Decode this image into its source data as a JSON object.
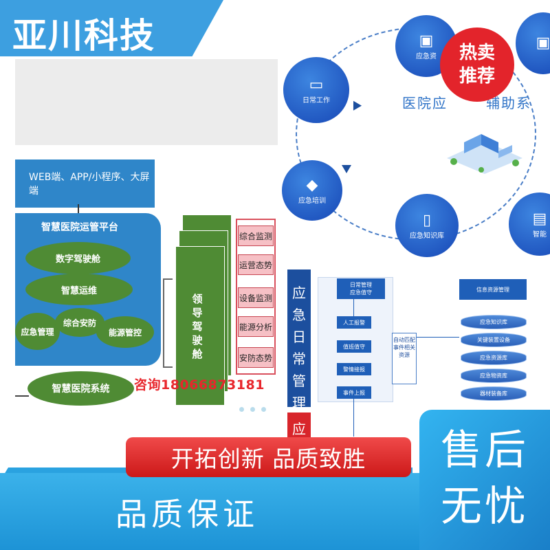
{
  "brand": {
    "name": "亚川科技"
  },
  "left_diagram": {
    "access_channels": "WEB端、APP/小程序、大屏端",
    "platform_title": "智慧医院运管平台",
    "modules": [
      "数字驾驶舱",
      "智慧运维",
      "应急管理",
      "综合安防",
      "能源管控"
    ],
    "hospital_system": "智慧医院系统",
    "cockpit": "领导驾驶舱",
    "monitoring": [
      "综合监测",
      "运营态势",
      "设备监测",
      "能源分析",
      "安防态势"
    ]
  },
  "contact": "咨询18066873181",
  "emergency_diagram": {
    "title": "医院应急辅助系统",
    "title_visible": "医院应",
    "title_visible_end": "辅助系",
    "nodes": {
      "daily": "日常工作",
      "training": "应急培训",
      "resources": "应急资",
      "knowledge": "应急知识库",
      "smart": "智能"
    }
  },
  "hot_badge": {
    "line1": "热卖",
    "line2": "推荐"
  },
  "flow_chart": {
    "side_label": "应急日常管理",
    "side_label_2": "应",
    "header": [
      "日常管理",
      "应急值守"
    ],
    "steps": [
      "人工报警",
      "值班值守",
      "警情接报",
      "事件上报"
    ],
    "auto_box": "自动匹配事件相关资源",
    "info_header": "信息资源管理",
    "resources": [
      "应急知识库",
      "关键装置设备",
      "应急资源库",
      "应急物资库",
      "器材装备库"
    ]
  },
  "banners": {
    "slogan": "开拓创新  品质致胜",
    "guarantee": "品质保证",
    "after_sale_line1": "售后",
    "after_sale_line2": "无忧"
  },
  "colors": {
    "brand_blue": "#3d9fe0",
    "platform_blue": "#2f86c9",
    "module_green": "#4f8b34",
    "badge_red": "#e3242b",
    "flow_navy": "#1c4f9e"
  }
}
